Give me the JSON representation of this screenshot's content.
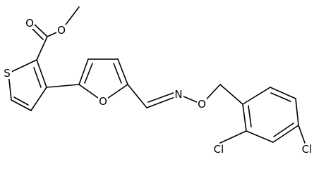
{
  "diagram": {
    "type": "chemical-structure",
    "background": "#ffffff",
    "bond_color": "#000000",
    "atoms": {
      "carbonyl_oxygen": "O",
      "ester_oxygen": "O",
      "thiophene_sulfur": "S",
      "furan_oxygen": "O",
      "imine_nitrogen": "N",
      "oxime_oxygen": "O",
      "chlorine_ortho": "Cl",
      "chlorine_para": "Cl"
    }
  }
}
